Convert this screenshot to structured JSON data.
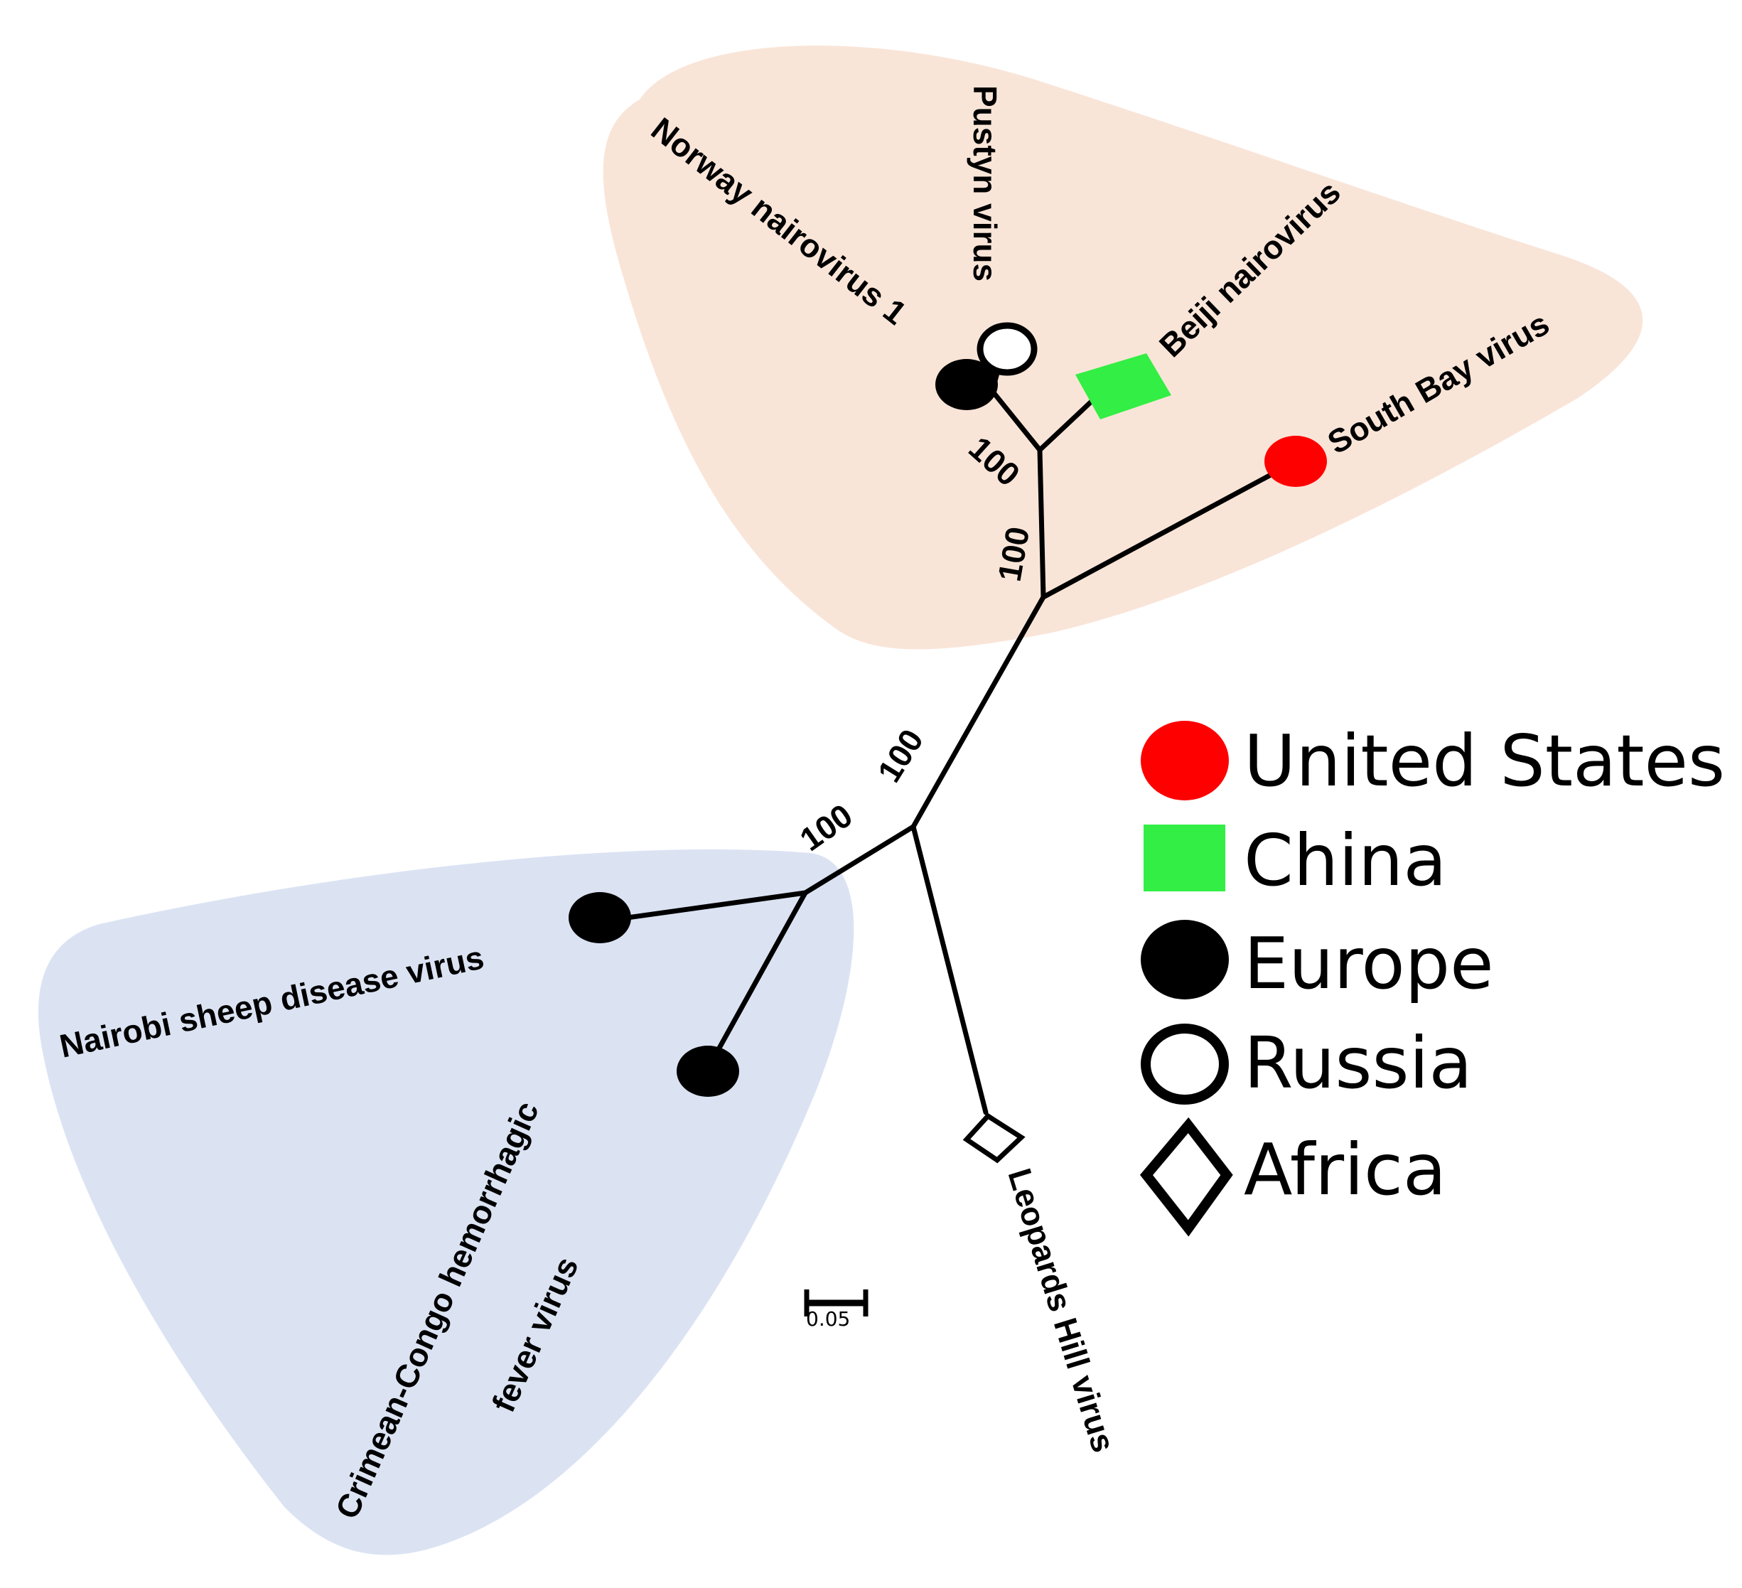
{
  "taxa": {
    "pustyn": "Pustyn virus",
    "norway": "Norway nairovirus 1",
    "beiji": "Beiji nairovirus",
    "southbay": "South Bay virus",
    "nairobi": "Nairobi sheep disease virus",
    "cchf_line1": "Crimean-Congo hemorrhagic",
    "cchf_line2": "fever virus",
    "leopards": "Leopards Hill virus"
  },
  "support": {
    "b1": "100",
    "b2": "100",
    "b3": "100",
    "b4": "100"
  },
  "scale_bar": {
    "label": "0.05"
  },
  "legend": {
    "items": [
      {
        "label": "United States",
        "shape": "circle",
        "color": "#ff0000"
      },
      {
        "label": "China",
        "shape": "square",
        "color": "#33ee44"
      },
      {
        "label": "Europe",
        "shape": "circle",
        "color": "#000000"
      },
      {
        "label": "Russia",
        "shape": "open-circle",
        "color": "#000000"
      },
      {
        "label": "Africa",
        "shape": "open-diamond",
        "color": "#000000"
      }
    ]
  },
  "colors": {
    "clade_top": "#f9e5d8",
    "clade_bottom": "#dbe3f3",
    "united_states": "#ff0000",
    "china": "#33ee44",
    "europe": "#000000"
  }
}
